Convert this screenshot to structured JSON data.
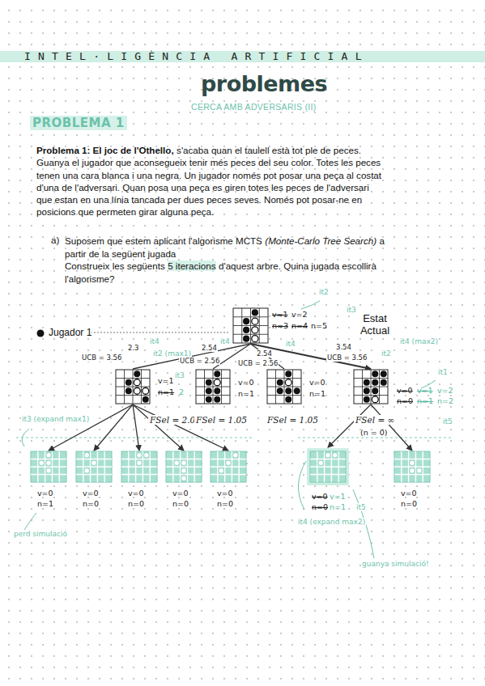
{
  "diagram": {
    "title": "problemes",
    "nodes": [
      {
        "text": [
          "v=1",
          "v=2",
          "n=3",
          "n=4",
          "n=5"
        ]
      },
      {
        "text": [
          "v=1",
          "n=1",
          "2",
          "FSel = 2.05"
        ]
      },
      {
        "text": [
          "v=0",
          "n=1",
          "FSel = 1.05"
        ]
      },
      {
        "text": [
          "v=0",
          "n=1",
          "FSel = 1.05"
        ]
      },
      {
        "text": [
          "v=0",
          "n=0",
          "v=1",
          "n=1",
          "v=2",
          "n=2",
          "FSel = ∞",
          "(n = 0)"
        ]
      },
      {
        "text": [
          "v=0",
          "n=1"
        ]
      },
      {
        "text": [
          "v=0",
          "n=0"
        ]
      },
      {
        "text": [
          "v=0",
          "n=0"
        ]
      },
      {
        "text": [
          "v=0",
          "n=0"
        ]
      },
      {
        "text": [
          "v=0",
          "n=0"
        ]
      },
      {
        "text": [
          "v=0",
          "n=0",
          "v=1",
          "n=1"
        ]
      },
      {
        "text": [
          "v=0",
          "n=0"
        ]
      }
    ],
    "edges": [
      {
        "from": 0,
        "to": 1,
        "arrow": "none"
      },
      {
        "from": 0,
        "to": 2,
        "arrow": "none"
      },
      {
        "from": 0,
        "to": 3,
        "arrow": "none"
      },
      {
        "from": 0,
        "to": 4,
        "arrow": "to"
      },
      {
        "from": 1,
        "to": 5,
        "arrow": "to"
      },
      {
        "from": 1,
        "to": 6,
        "arrow": "to"
      },
      {
        "from": 1,
        "to": 7,
        "arrow": "to"
      },
      {
        "from": 1,
        "to": 8,
        "arrow": "to"
      },
      {
        "from": 1,
        "to": 9,
        "arrow": "to"
      },
      {
        "from": 4,
        "to": 10,
        "arrow": "to"
      },
      {
        "from": 4,
        "to": 11,
        "arrow": "to"
      }
    ],
    "labels": [
      "INTEL·LIGÈNCIA ARTIFICIAL",
      "CERCA AMB ADVERSARIS (II)",
      "PROBLEMA 1",
      "Problema 1: El joc de l'Othello,",
      "s'acaba quan el taulell està tot ple de peces. Guanya el jugador que aconsegueix tenir més peces del seu color. Totes les peces tenen una cara blanca i una negra. Un jugador només pot posar una peça al costat d'una de l'adversari. Quan posa una peça es giren totes les peces de l'adversari que estan en una línia tancada per dues peces seves. Només pot posar-ne en posicions que permeten girar alguna peça.",
      "a)",
      "Suposem que estem aplicant l'algorisme MCTS",
      "(Monte-Carlo Tree Search)",
      "a partir de la següent jugada",
      "Construeix les següents",
      "5 iteracions",
      "d'aquest arbre. Quina jugada escollirà l'algorisme?",
      "Jugador 1",
      "Estat Actual",
      "it2",
      "it3",
      "2.3",
      "UCB = 3.56",
      "it4",
      "it2 (max1)",
      "it3",
      "2.54",
      "it4",
      "UCB = 2.56",
      "2.54",
      "UCB = 2.56",
      "it4",
      "3.54",
      "UCB = 3.56",
      "it4 (max2)",
      "it2",
      "it1",
      "it5",
      "it3 (expand max1)",
      "perd simulació",
      "it5",
      "it4 (expand max2)",
      "guanya simulació!"
    ]
  }
}
